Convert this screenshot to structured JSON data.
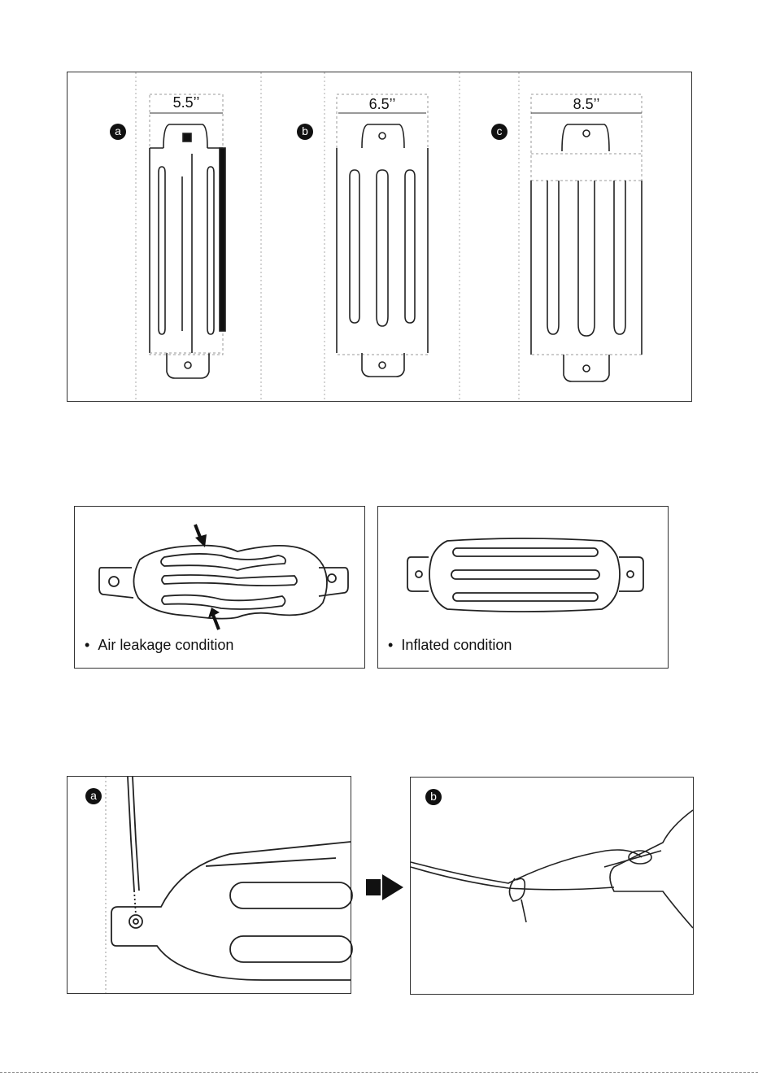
{
  "sizes_figure": {
    "variants": [
      {
        "marker": "a",
        "width_label": "5.5’’"
      },
      {
        "marker": "b",
        "width_label": "6.5’’"
      },
      {
        "marker": "c",
        "width_label": "8.5’’"
      }
    ]
  },
  "condition_figure": {
    "left_caption": "Air leakage condition",
    "right_caption": "Inflated condition"
  },
  "tying_figure": {
    "step_a_marker": "a",
    "step_b_marker": "b"
  }
}
